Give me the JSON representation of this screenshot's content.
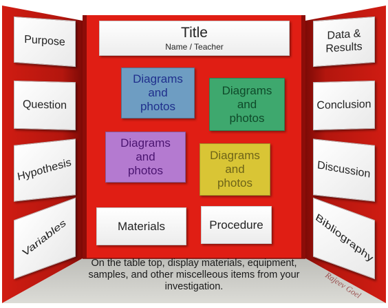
{
  "colors": {
    "board_red": "#c41a12",
    "board_dark_red": "#7d0a06",
    "table_gray": "#cfcfca",
    "photo_blue": "#6e9dc2",
    "photo_green": "#3ea86e",
    "photo_purple": "#b47ad0",
    "photo_yellow": "#d9c535",
    "photo_text_blue": "#1f2f8c",
    "photo_text_dark_green": "#0f4a2a",
    "photo_text_purple": "#4a1470",
    "photo_text_olive": "#6e6418"
  },
  "title_card": {
    "title": "Title",
    "subtitle": "Name / Teacher"
  },
  "left_panel": {
    "labels": [
      "Purpose",
      "Question",
      "Hypothesis",
      "Variables"
    ]
  },
  "right_panel": {
    "labels": [
      "Data & Results",
      "Conclusion",
      "Discussion",
      "Bibliography"
    ]
  },
  "center_panel": {
    "photos": [
      "Diagrams\nand\nphotos",
      "Diagrams\nand\nphotos",
      "Diagrams\nand\nphotos",
      "Diagrams\nand\nphotos"
    ],
    "materials": "Materials",
    "procedure": "Procedure"
  },
  "table": {
    "note": "On the table top, display materials, equipment, samples, and other miscelleous items from your investigation."
  },
  "signature": "Rajeev Goel"
}
